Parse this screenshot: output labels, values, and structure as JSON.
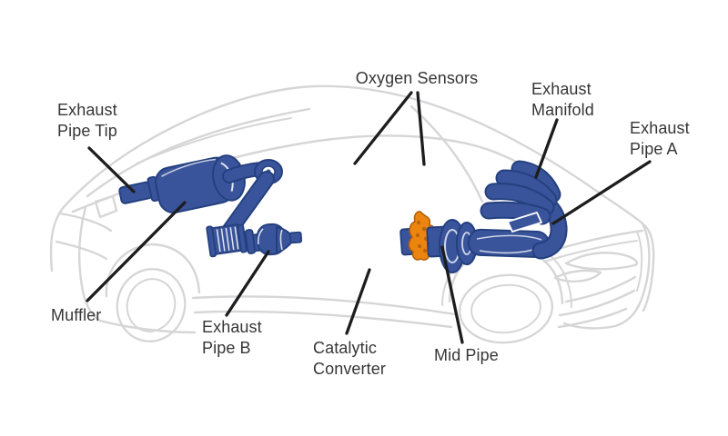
{
  "diagram": {
    "subject": "Car exhaust system diagram",
    "labels": {
      "exhaust_pipe_tip": {
        "text": "Exhaust\nPipe Tip"
      },
      "muffler": {
        "text": "Muffler"
      },
      "exhaust_pipe_b": {
        "text": "Exhaust\nPipe B"
      },
      "oxygen_sensors": {
        "text": "Oxygen Sensors"
      },
      "catalytic_converter": {
        "text": "Catalytic\nConverter"
      },
      "mid_pipe": {
        "text": "Mid Pipe"
      },
      "exhaust_manifold": {
        "text": "Exhaust\nManifold"
      },
      "exhaust_pipe_a": {
        "text": "Exhaust\nPipe A"
      }
    },
    "parts": [
      "Exhaust Pipe Tip",
      "Muffler",
      "Exhaust Pipe B",
      "Oxygen Sensors",
      "Catalytic Converter",
      "Mid Pipe",
      "Exhaust Manifold",
      "Exhaust Pipe A"
    ],
    "colors": {
      "exhaust_blue": "#3A549B",
      "exhaust_outline": "#24407F",
      "flex_orange": "#EC8410",
      "flex_orange_dark": "#B05E08",
      "car_outline_gray": "#D6D6D6",
      "label_text": "#363636",
      "leader_line": "#1D1D1F",
      "background": "#FFFFFF"
    }
  }
}
